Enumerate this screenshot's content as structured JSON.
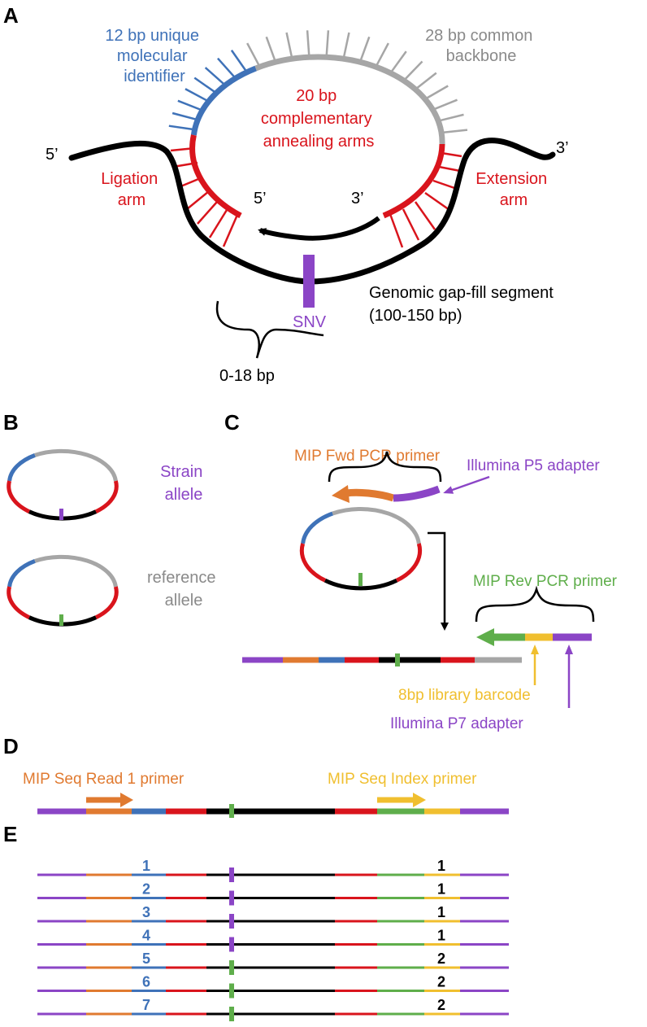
{
  "colors": {
    "umi": "#3f72b8",
    "backbone": "#a6a6a6",
    "arm": "#d9141c",
    "genomic": "#000000",
    "snv": "#8b45c6",
    "reference": "#5fae4b",
    "fwd_primer": "#e07a30",
    "rev_primer": "#5fae4b",
    "barcode": "#f0bf2f",
    "adapter": "#8b45c6"
  },
  "panels": {
    "a": {
      "letter": "A",
      "umi_label": [
        "12 bp unique",
        "molecular",
        "identifier"
      ],
      "backbone_label": [
        "28 bp common",
        "backbone"
      ],
      "arms_label": [
        "20 bp",
        "complementary",
        "annealing arms"
      ],
      "ligation_label": [
        "Ligation",
        "arm"
      ],
      "extension_label": [
        "Extension",
        "arm"
      ],
      "five_prime": "5’",
      "three_prime": "3’",
      "gap_label": [
        "Genomic gap-fill segment",
        "(100-150 bp)"
      ],
      "snv_label": "SNV",
      "distance_label": "0-18 bp"
    },
    "b": {
      "letter": "B",
      "strain_label": [
        "Strain",
        "allele"
      ],
      "reference_label": [
        "reference",
        "allele"
      ]
    },
    "c": {
      "letter": "C",
      "fwd_label": "MIP Fwd PCR primer",
      "p5_label": "Illumina P5 adapter",
      "rev_label": "MIP Rev PCR primer",
      "barcode_label": "8bp library barcode",
      "p7_label": "Illumina P7 adapter"
    },
    "d": {
      "letter": "D",
      "read1_label": "MIP Seq Read 1 primer",
      "index_label": "MIP Seq Index primer"
    },
    "e": {
      "letter": "E",
      "rows": [
        {
          "umi": "1",
          "barcode": "1",
          "allele": "strain"
        },
        {
          "umi": "2",
          "barcode": "1",
          "allele": "strain"
        },
        {
          "umi": "3",
          "barcode": "1",
          "allele": "strain"
        },
        {
          "umi": "4",
          "barcode": "1",
          "allele": "strain"
        },
        {
          "umi": "5",
          "barcode": "2",
          "allele": "reference"
        },
        {
          "umi": "6",
          "barcode": "2",
          "allele": "reference"
        },
        {
          "umi": "7",
          "barcode": "2",
          "allele": "reference"
        }
      ]
    }
  }
}
